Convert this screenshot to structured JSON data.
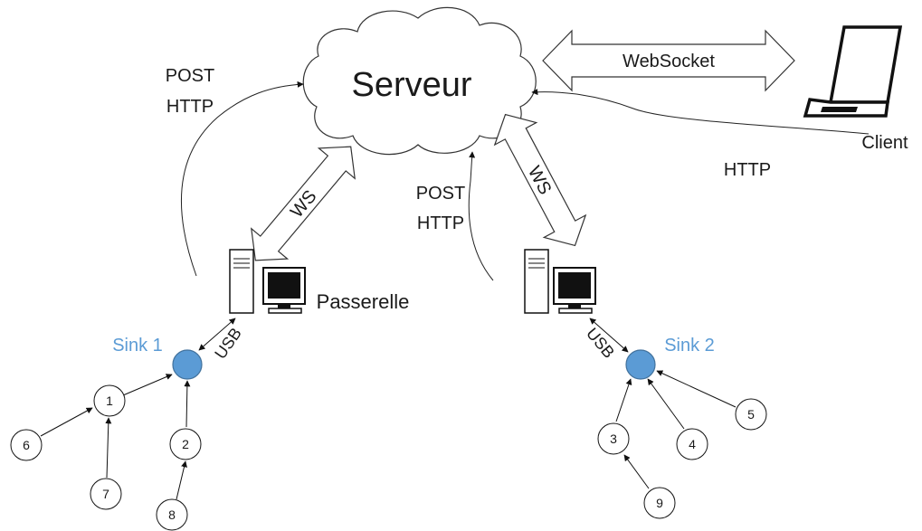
{
  "server": {
    "label": "Serveur"
  },
  "client": {
    "label": "Client"
  },
  "gateway": {
    "label": "Passerelle"
  },
  "links": {
    "websocket": "WebSocket",
    "ws_left": "WS",
    "ws_right": "WS",
    "http_client": "HTTP",
    "post_left": [
      "POST",
      "HTTP"
    ],
    "post_right": [
      "POST",
      "HTTP"
    ],
    "usb_left": "USB",
    "usb_right": "USB"
  },
  "sinks": [
    {
      "label": "Sink 1"
    },
    {
      "label": "Sink 2"
    }
  ],
  "nodes": [
    "1",
    "2",
    "3",
    "4",
    "5",
    "6",
    "7",
    "8",
    "9"
  ],
  "colors": {
    "sink_fill": "#5b9bd5",
    "sink_label": "#5b9bd5",
    "line": "#111111"
  }
}
